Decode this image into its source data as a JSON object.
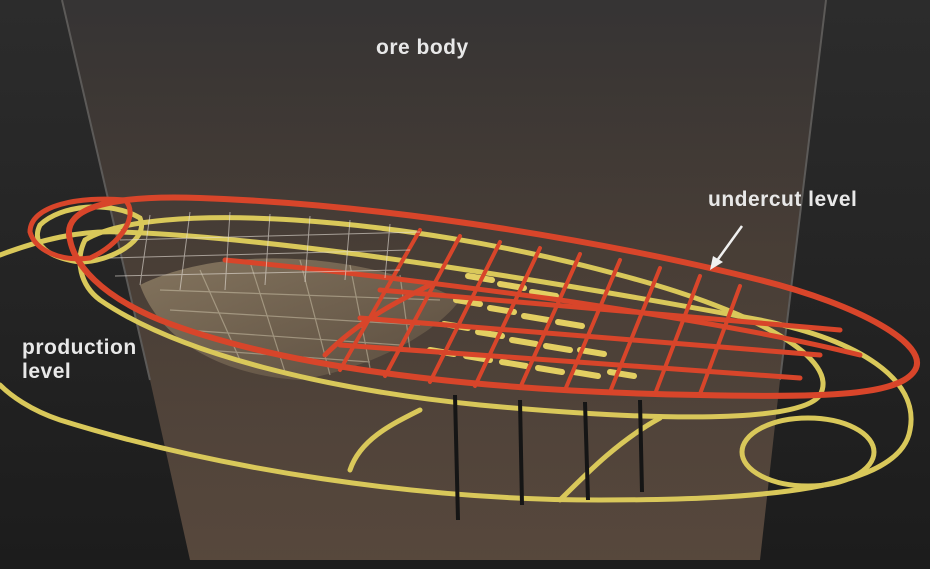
{
  "labels": {
    "ore_body": "ore body",
    "undercut_level": "undercut level",
    "production_level_line1": "production",
    "production_level_line2": "level"
  },
  "colors": {
    "background": "#222222",
    "ore_body": "#4a423c",
    "undercut": "#d8452a",
    "production": "#d9c85a",
    "label_text": "#e8e8e8"
  }
}
